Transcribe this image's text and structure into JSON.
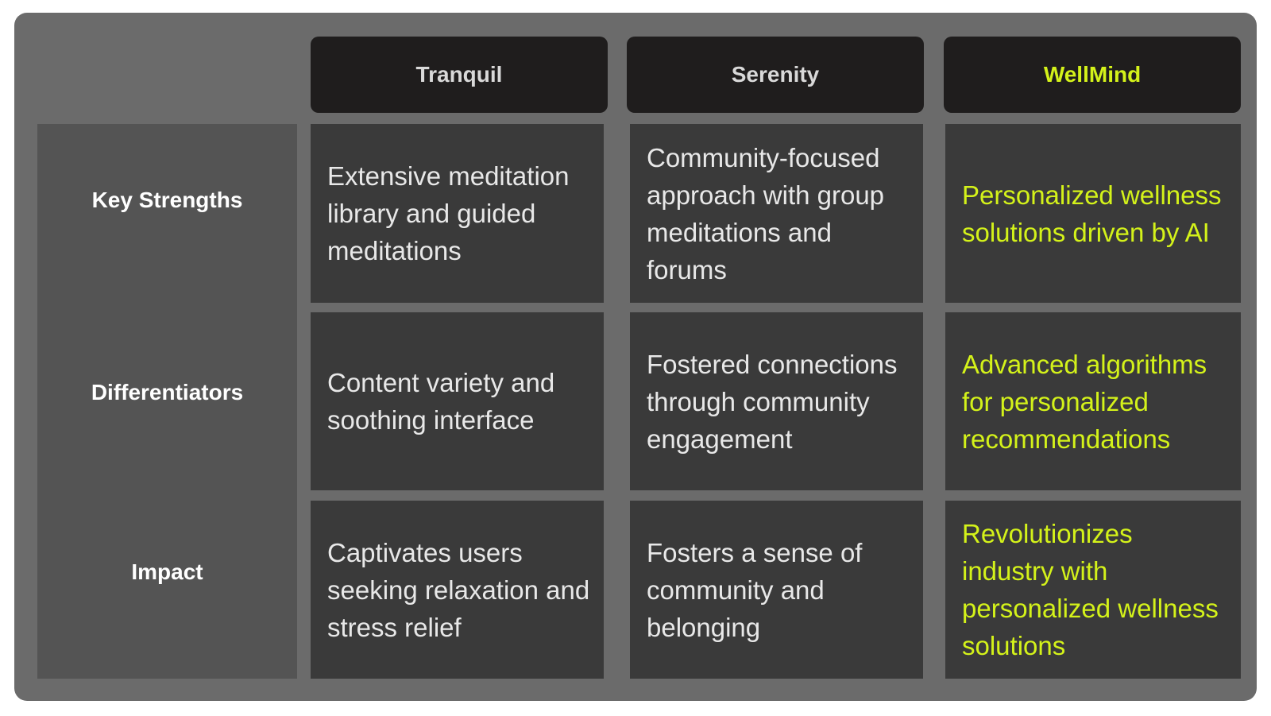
{
  "colors": {
    "panel": "#6b6b6b",
    "header_bg": "#1f1d1d",
    "row_label_bg": "#545454",
    "cell_bg": "#3a3a3a",
    "text": "#e8e8e8",
    "accent": "#d4f21a"
  },
  "columns": [
    {
      "label": "Tranquil"
    },
    {
      "label": "Serenity"
    },
    {
      "label": "WellMind"
    }
  ],
  "rows": [
    {
      "label": "Key Strengths",
      "cells": [
        "Extensive meditation library and guided meditations",
        "Community-focused approach with group meditations and forums",
        "Personalized wellness solutions driven by AI"
      ]
    },
    {
      "label": "Differentiators",
      "cells": [
        "Content variety and soothing interface",
        "Fostered connections through community engagement",
        "Advanced algorithms for personalized recommendations"
      ]
    },
    {
      "label": "Impact",
      "cells": [
        "Captivates users seeking relaxation and stress relief",
        "Fosters a sense of community and belonging",
        "Revolutionizes industry with personalized wellness solutions"
      ]
    }
  ]
}
